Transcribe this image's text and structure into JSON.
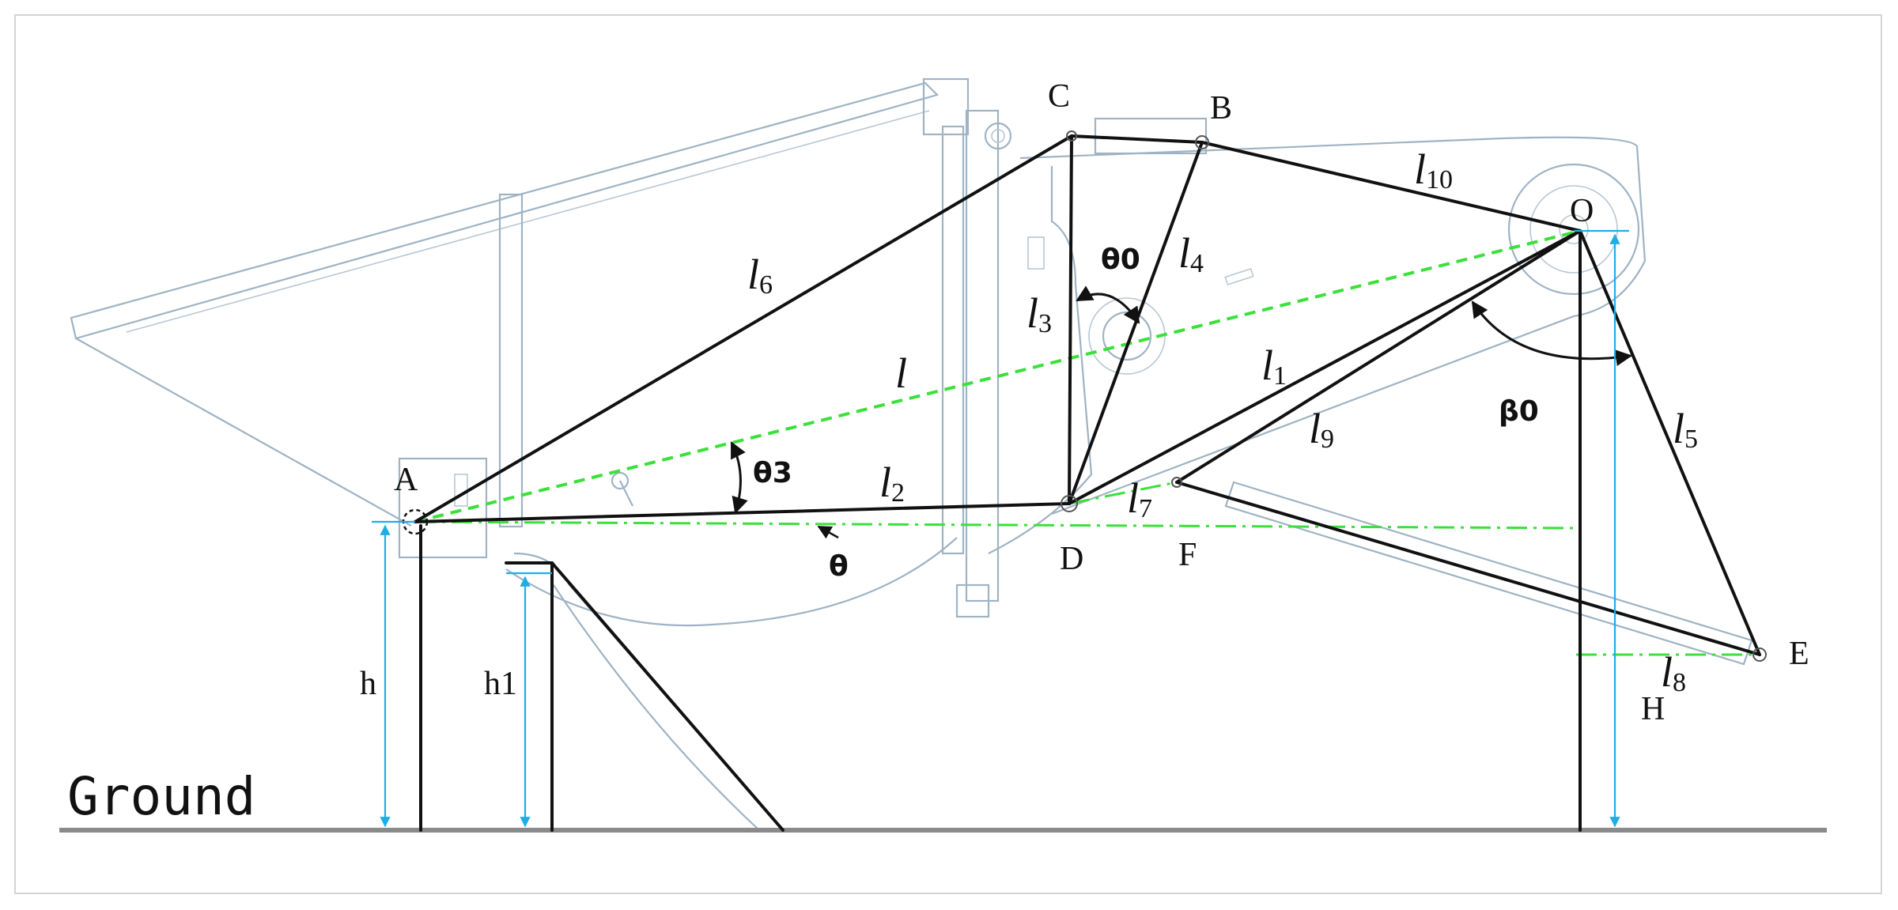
{
  "points": {
    "A": "A",
    "B": "B",
    "C": "C",
    "D": "D",
    "E": "E",
    "F": "F",
    "O": "O"
  },
  "links": {
    "l": "l",
    "l1": "l",
    "l1_sub": "1",
    "l2": "l",
    "l2_sub": "2",
    "l3": "l",
    "l3_sub": "3",
    "l4": "l",
    "l4_sub": "4",
    "l5": "l",
    "l5_sub": "5",
    "l6": "l",
    "l6_sub": "6",
    "l7": "l",
    "l7_sub": "7",
    "l8": "l",
    "l8_sub": "8",
    "l9": "l",
    "l9_sub": "9",
    "l10": "l",
    "l10_sub": "10"
  },
  "angles": {
    "theta0": "θ0",
    "theta3": "θ3",
    "theta": "θ",
    "beta0": "β0"
  },
  "dimensions": {
    "h": "h",
    "h1": "h1",
    "H": "H"
  },
  "ground_label": "Ground",
  "colors": {
    "link_line": "#111111",
    "reference_line": "#3be03b",
    "dimension_line": "#1eaee6",
    "machine_outline": "#9fb3c4",
    "ground_line": "#8a8a8a"
  }
}
